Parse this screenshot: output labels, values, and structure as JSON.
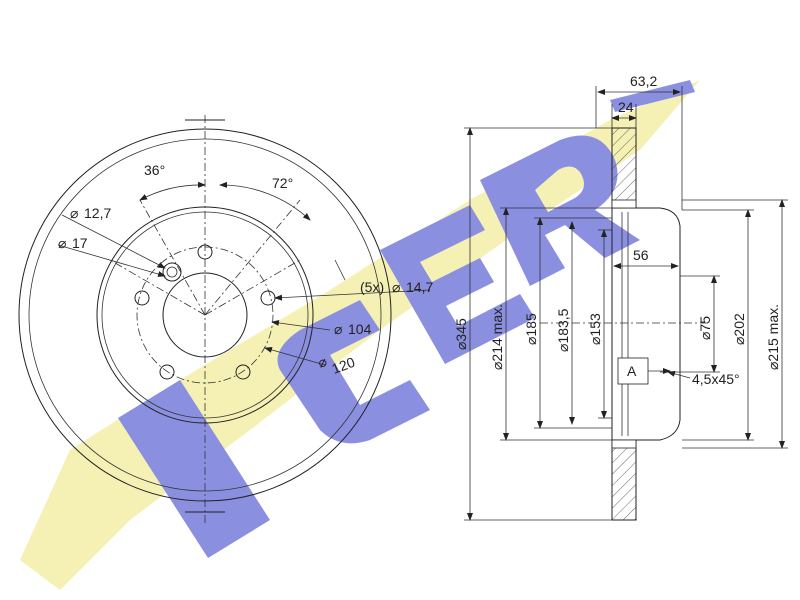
{
  "brand": {
    "logo_text": "ICER",
    "color_yellow": "#f5f0b4",
    "color_blue": "#8b8fe0"
  },
  "front_view": {
    "angle_small": "36°",
    "angle_large": "72°",
    "hole_diam_a": "12,7",
    "hole_diam_b": "17",
    "bolt_count": "(5x)",
    "bolt_hole_diam": "14,7",
    "circle_104": "104",
    "circle_120": "120"
  },
  "side_view": {
    "overall_width": "63,2",
    "disc_thickness": "24",
    "hat_depth": "56",
    "diam_345": "345",
    "diam_214": "214 max.",
    "diam_185": "185",
    "diam_183_5": "183,5",
    "diam_153": "153",
    "diam_75": "75",
    "diam_202": "202",
    "diam_215": "215 max.",
    "marker_a": "A",
    "chamfer": "4,5x45°"
  },
  "symbols": {
    "diameter": "⌀"
  }
}
